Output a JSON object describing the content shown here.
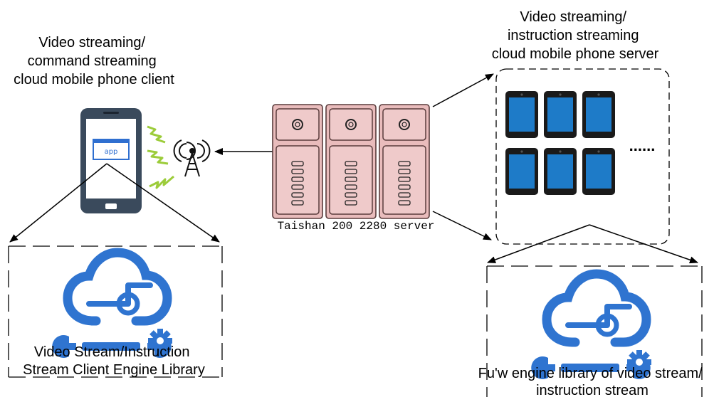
{
  "client": {
    "title_lines": [
      "Video streaming/",
      "command streaming",
      "cloud mobile phone client"
    ],
    "app_label": "app",
    "engine_library_lines": [
      "Video Stream/Instruction",
      "Stream Client Engine Library"
    ]
  },
  "server": {
    "label": "Taishan 200 2280 server"
  },
  "cloud_phone_server": {
    "title_lines": [
      "Video streaming/",
      "instruction streaming",
      "cloud mobile phone server"
    ],
    "ellipsis": "......",
    "engine_library_lines": [
      "Fu'w engine library of video stream/",
      "instruction stream"
    ]
  },
  "colors": {
    "server_fill": "#e9bcbc",
    "server_stroke": "#5a3c3c",
    "cloud_blue": "#2f74d0",
    "phone_dark": "#3a4a5c",
    "tablet_screen": "#1e7bc8",
    "signal_green": "#9ccc3a"
  }
}
